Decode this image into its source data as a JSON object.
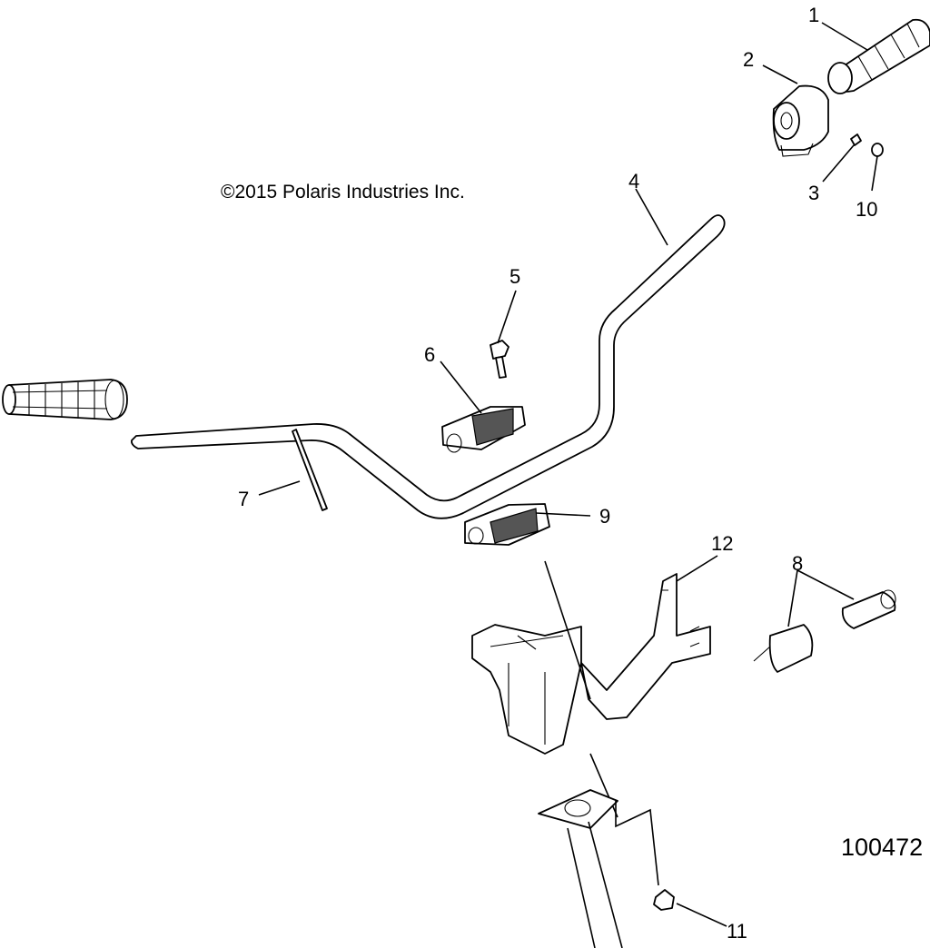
{
  "copyright": "©2015 Polaris Industries Inc.",
  "figure_number": "100472",
  "callouts": [
    {
      "id": "1",
      "label": "1"
    },
    {
      "id": "2",
      "label": "2"
    },
    {
      "id": "3",
      "label": "3"
    },
    {
      "id": "10",
      "label": "10"
    },
    {
      "id": "4",
      "label": "4"
    },
    {
      "id": "5",
      "label": "5"
    },
    {
      "id": "6",
      "label": "6"
    },
    {
      "id": "7",
      "label": "7"
    },
    {
      "id": "9",
      "label": "9"
    },
    {
      "id": "12",
      "label": "12"
    },
    {
      "id": "8",
      "label": "8"
    },
    {
      "id": "11",
      "label": "11"
    }
  ]
}
